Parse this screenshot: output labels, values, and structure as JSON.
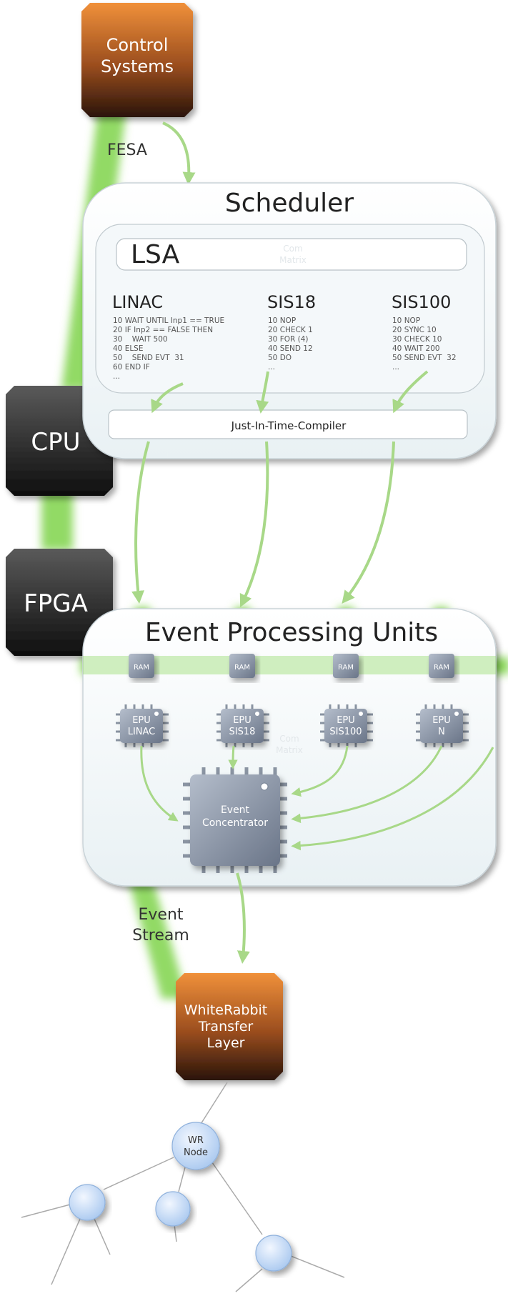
{
  "blocks": {
    "control_systems": [
      "Control",
      "Systems"
    ],
    "cpu": "CPU",
    "fpga": "FPGA",
    "wr_transfer": [
      "WhiteRabbit",
      "Transfer",
      "Layer"
    ]
  },
  "labels": {
    "fesa": "FESA",
    "event_stream": [
      "Event",
      "Stream"
    ]
  },
  "scheduler": {
    "title": "Scheduler",
    "lsa": "LSA",
    "watermark": [
      "Com",
      "Matrix"
    ],
    "compiler": "Just-In-Time-Compiler",
    "programs": [
      {
        "name": "LINAC",
        "lines": [
          "10 WAIT UNTIL Inp1 == TRUE",
          "20 IF Inp2  == FALSE THEN",
          "30    WAIT 500",
          "40 ELSE",
          "50    SEND EVT  31",
          "60 END IF",
          "..."
        ]
      },
      {
        "name": "SIS18",
        "lines": [
          "10 NOP",
          "20 CHECK 1",
          "30 FOR (4)",
          "40 SEND 12",
          "50 DO",
          "..."
        ]
      },
      {
        "name": "SIS100",
        "lines": [
          "10 NOP",
          "20 SYNC 10",
          "30 CHECK 10",
          "40 WAIT 200",
          "50 SEND EVT  32",
          "..."
        ]
      }
    ]
  },
  "epu_box": {
    "title": "Event Processing Units",
    "ram": "RAM",
    "watermark": [
      "Com",
      "Matrix"
    ],
    "units": [
      [
        "EPU",
        "LINAC"
      ],
      [
        "EPU",
        "SIS18"
      ],
      [
        "EPU",
        "SIS100"
      ],
      [
        "EPU",
        "N"
      ]
    ],
    "concentrator": [
      "Event",
      "Concentrator"
    ]
  },
  "network": {
    "node": [
      "WR",
      "Node"
    ]
  },
  "colors": {
    "orange_top": "#f0903a",
    "orange_bottom": "#2a140a",
    "dark_top": "#5a5a5a",
    "dark_bottom": "#101010",
    "arrow": "#a8d888",
    "glow": "#7fd44a",
    "chip": "#8894a6",
    "node": "#c6dcf6"
  }
}
